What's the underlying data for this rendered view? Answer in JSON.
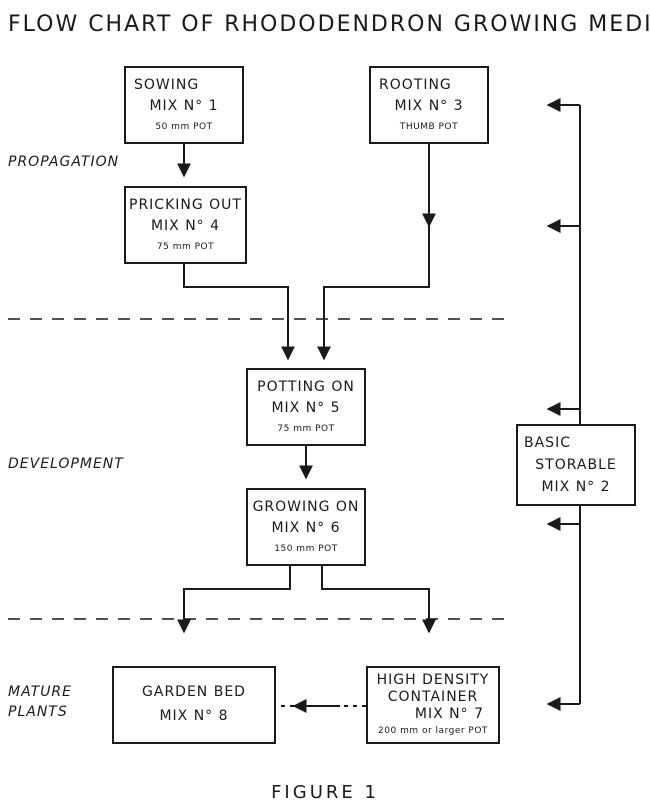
{
  "title": "FLOW CHART OF RHODODENDRON GROWING MEDIA",
  "stages": {
    "propagation": "PROPAGATION",
    "development": "DEVELOPMENT",
    "mature_1": "MATURE",
    "mature_2": "PLANTS"
  },
  "boxes": {
    "sowing": {
      "line1": "SOWING",
      "line2": "MIX N° 1",
      "line3": "50 mm POT"
    },
    "rooting": {
      "line1": "ROOTING",
      "line2": "MIX N° 3",
      "line3": "THUMB POT"
    },
    "pricking": {
      "line1": "PRICKING OUT",
      "line2": "MIX N° 4",
      "line3": "75 mm POT"
    },
    "potting": {
      "line1": "POTTING ON",
      "line2": "MIX N° 5",
      "line3": "75 mm POT"
    },
    "growing": {
      "line1": "GROWING ON",
      "line2": "MIX N° 6",
      "line3": "150 mm POT"
    },
    "basic": {
      "line1": "BASIC",
      "line2": "STORABLE",
      "line3": "MIX N° 2"
    },
    "garden": {
      "line1": "GARDEN BED",
      "line2": "MIX N° 8"
    },
    "container": {
      "line1": "HIGH DENSITY",
      "line2": "CONTAINER",
      "line3": "MIX N° 7",
      "line4": "200 mm or larger POT"
    }
  },
  "figure_label": "FIGURE 1"
}
